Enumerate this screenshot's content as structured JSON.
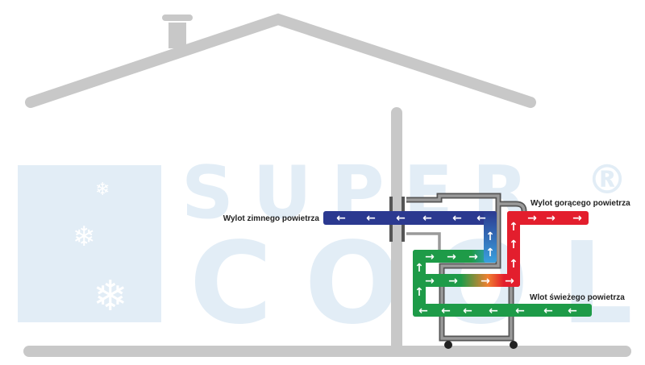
{
  "watermark": {
    "top": "SUPER",
    "bottom": "COOL",
    "registered": "®"
  },
  "labels": {
    "cold_out": "Wylot zimnego powietrza",
    "hot_out": "Wylot gorącego powietrza",
    "fresh_in": "Wlot świeżego powietrza"
  },
  "colors": {
    "house": "#c8c8c8",
    "cold": "#2b3990",
    "cold_light": "#3aa0dd",
    "hot": "#e31e2d",
    "fresh": "#1e9b48",
    "watermark": "#e2edf6"
  }
}
